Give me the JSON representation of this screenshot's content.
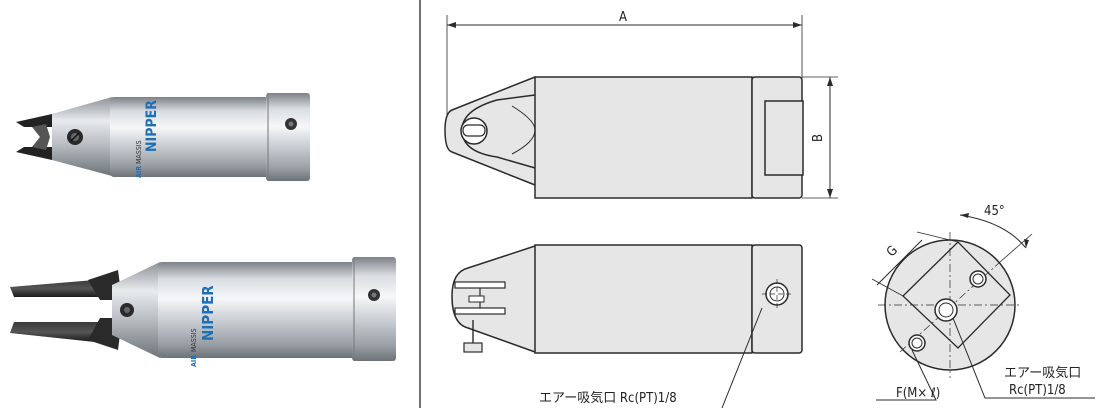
{
  "photos": {
    "top_tool": {
      "brand": "NIPPER",
      "prefix": "AIR",
      "model": "MASSIS"
    },
    "bottom_tool": {
      "brand": "NIPPER",
      "prefix": "AIR",
      "model": "MASSIS"
    }
  },
  "drawing": {
    "dim_a": "A",
    "dim_b": "B",
    "dim_g": "G",
    "angle": "45°",
    "port_label_bottom": "エアー吸気口 Rc(PT)1/8",
    "thread_label": "F(M× ℓ)",
    "port_label_right_1": "エアー吸気口",
    "port_label_right_2": "Rc(PT)1/8"
  },
  "colors": {
    "line": "#2b2b2b",
    "body_fill": "#e6e6e6",
    "metal_light": "#eef0f2",
    "metal_dark": "#8a8f95",
    "blade": "#1e1e1e",
    "label_blue": "#1f6fb6"
  }
}
